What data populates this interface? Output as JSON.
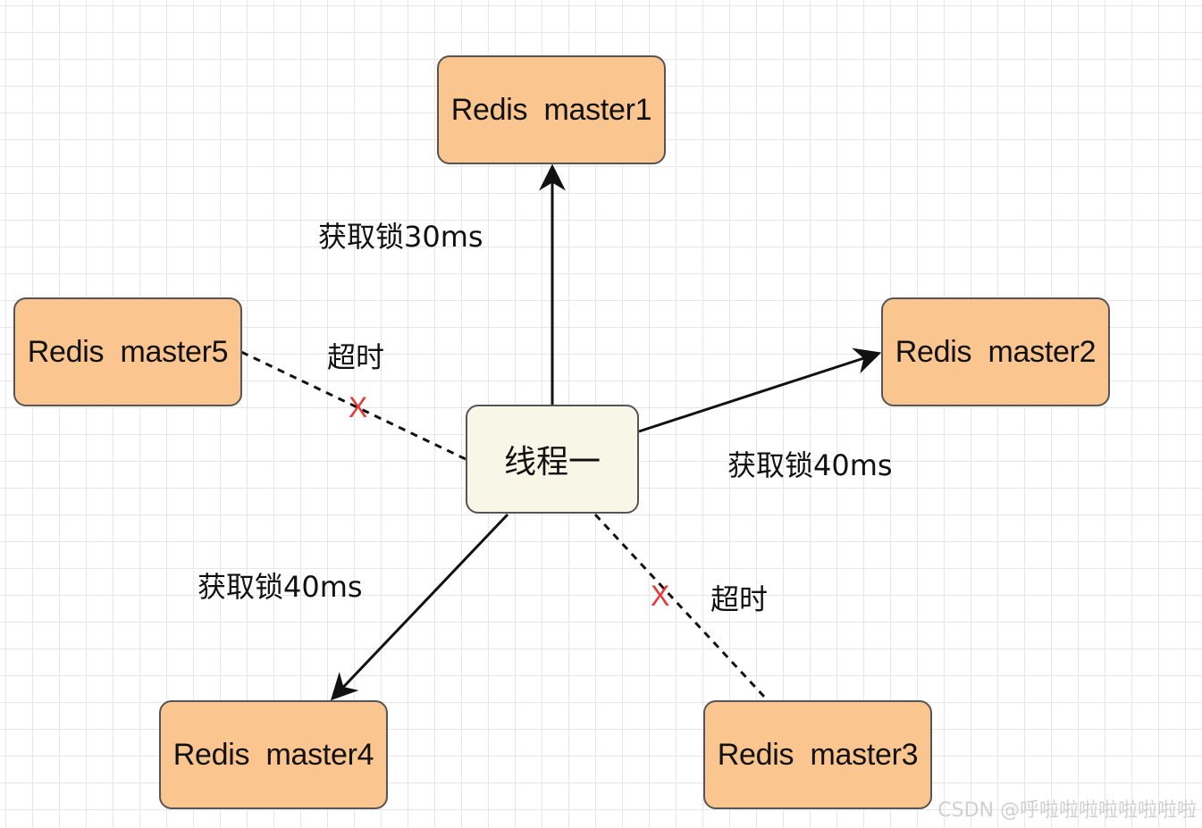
{
  "diagram": {
    "nodes": {
      "master1": "Redis  master1",
      "master2": "Redis  master2",
      "master3": "Redis  master3",
      "master4": "Redis  master4",
      "master5": "Redis  master5",
      "thread": "线程一"
    },
    "edge_labels": {
      "to_master1": "获取锁30ms",
      "to_master2": "获取锁40ms",
      "to_master4": "获取锁40ms",
      "to_master5": "超时",
      "to_master3": "超时"
    },
    "fail_mark": "X",
    "colors": {
      "master_fill": "#fbc58f",
      "thread_fill": "#f8f6e6",
      "border": "#555555",
      "fail_mark": "#e53935",
      "grid": "#e6e6e6"
    }
  },
  "watermark": "CSDN @呼啦啦啦啦啦啦啦啦"
}
